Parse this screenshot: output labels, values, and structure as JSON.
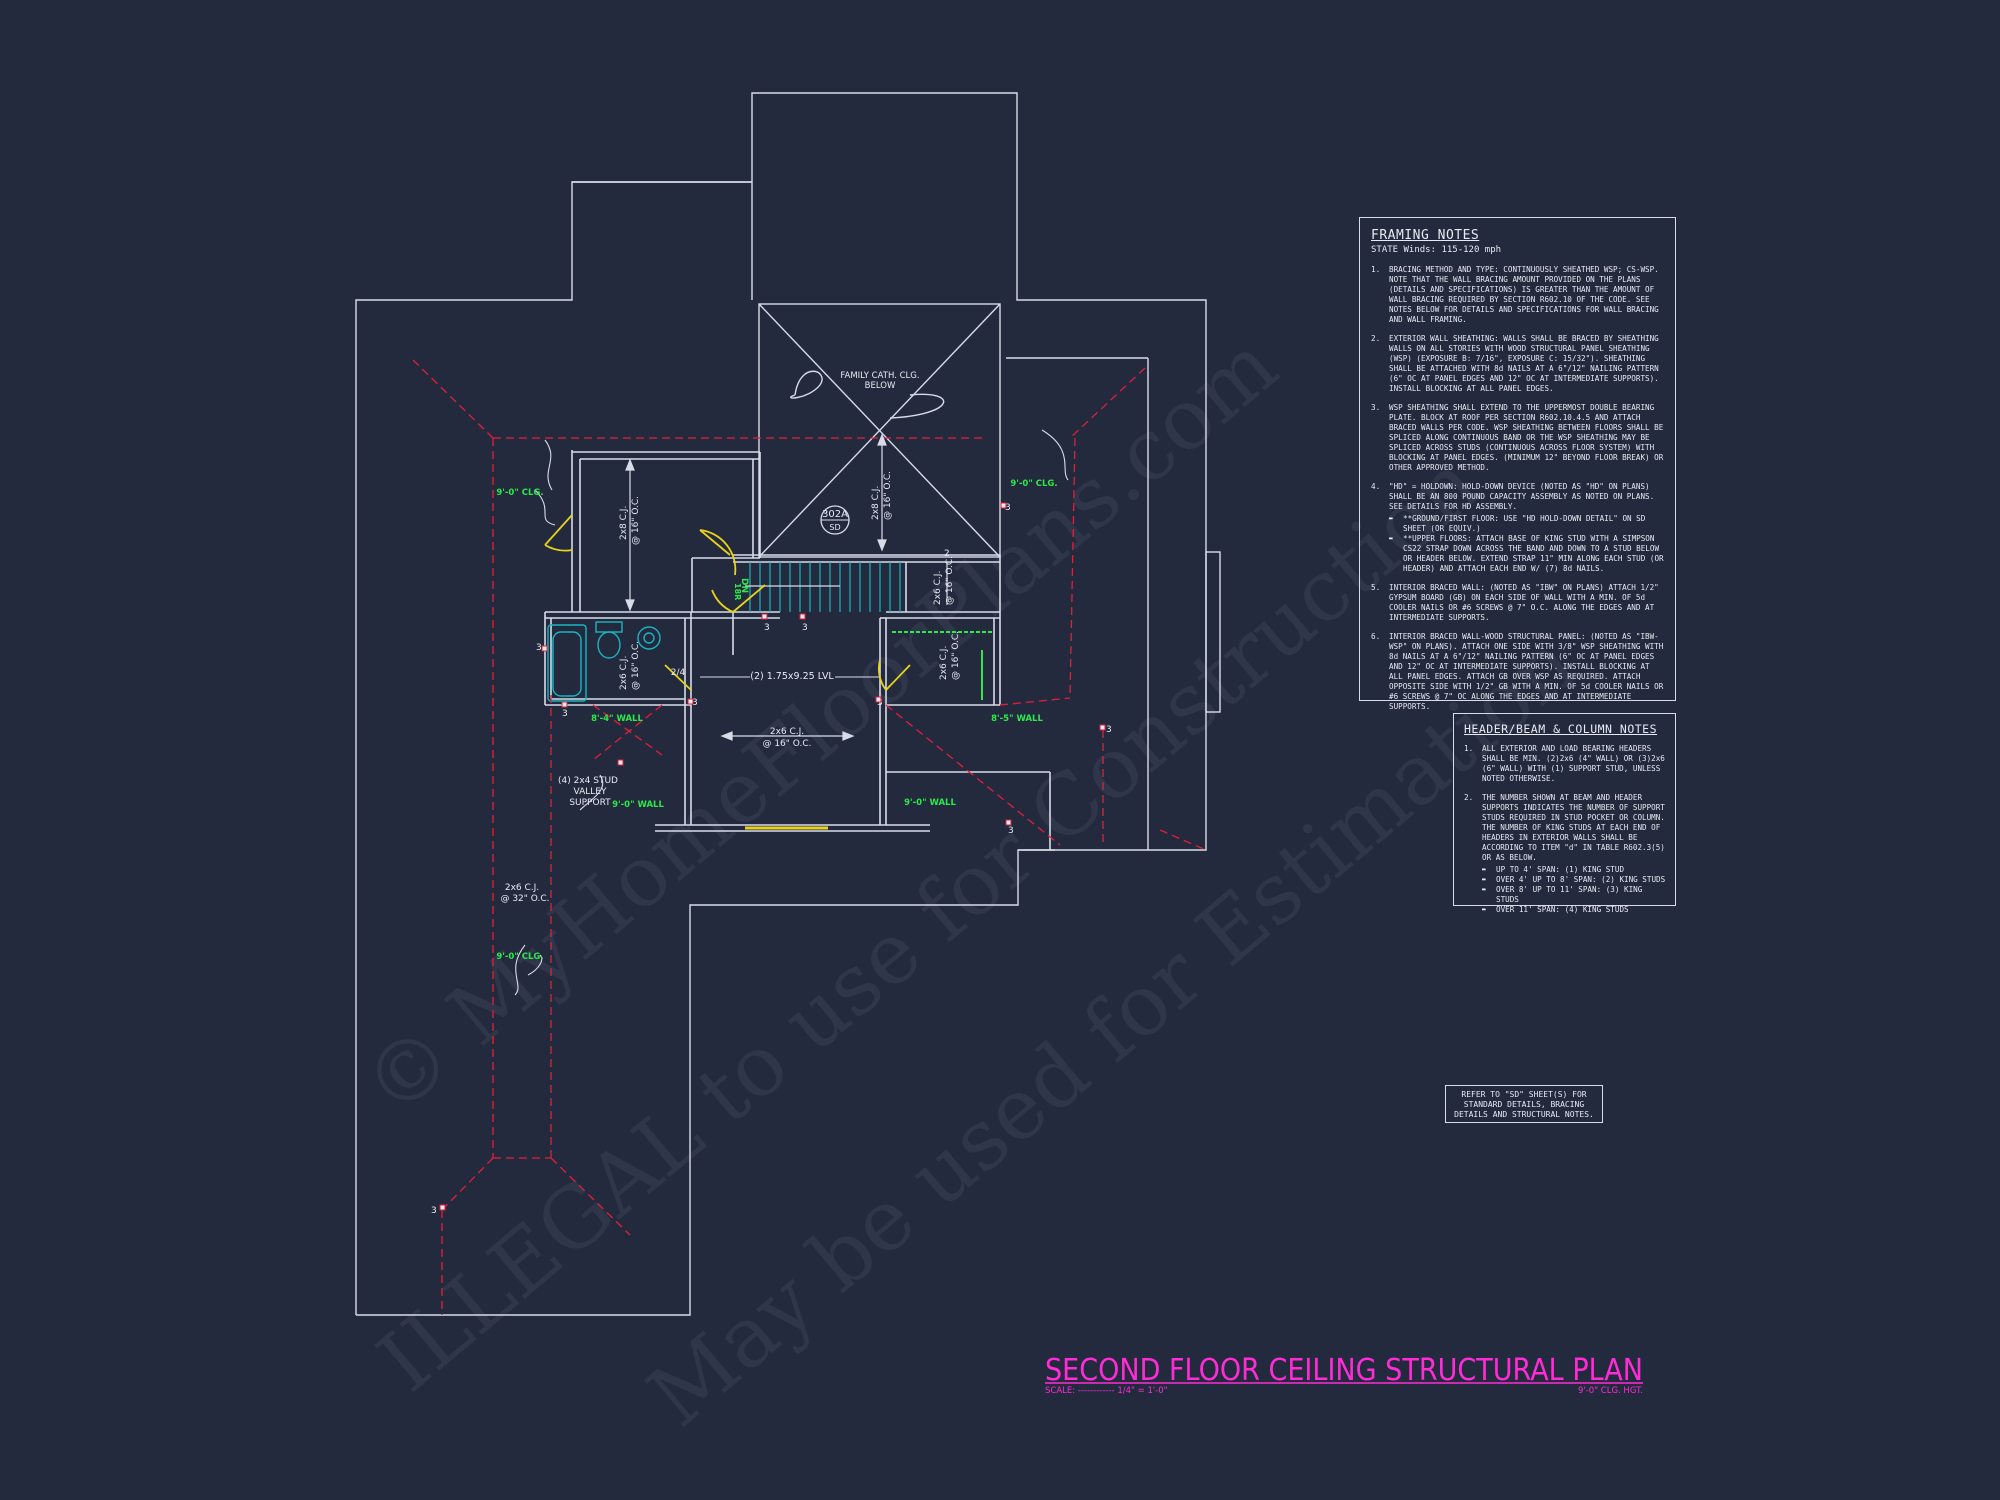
{
  "plan": {
    "title": "SECOND FLOOR CEILING STRUCTURAL PLAN",
    "scale_label": "SCALE: ------------ 1/4\" = 1'-0\"",
    "ceiling_height": "9'-0\" CLG. HGT."
  },
  "labels": {
    "family_cath": "FAMILY CATH. CLG.",
    "family_below": "BELOW",
    "tag_302a": "302A",
    "tag_sd": "SD",
    "cj_left": "2x8 C.J.",
    "cj_left_oc": "@ 16\" O.C.",
    "cj_mid": "2x8 C.J.",
    "cj_mid_oc": "@ 16\" O.C.",
    "cj_bath": "2x6 C.J.",
    "cj_bath_oc": "@ 16\" O.C.",
    "cj_stair": "2x6 C.J.",
    "cj_stair_oc": "@ 16\" O.C.",
    "cj_right": "2x6 C.J.",
    "cj_right_oc": "@ 16\" O.C.",
    "cj_hall": "2x6 C.J.",
    "cj_hall_oc": "@ 16\" O.C.",
    "cj_left_low": "2x6 C.J.",
    "cj_left_low_oc": "@ 32\" O.C.",
    "lvl": "(2) 1.75x9.25 LVL",
    "valley1": "(4) 2x4 STUD",
    "valley2": "VALLEY",
    "valley3": "SUPPORT",
    "dn": "DN",
    "dn_num": "18R",
    "dim_24": "2/4",
    "num_3": "3",
    "num_2": "2"
  },
  "green_labels": {
    "clg_left_top": "9'-0\" CLG.",
    "clg_right_top": "9'-0\" CLG.",
    "clg_left_low": "9'-0\" CLG.",
    "wall_84": "8'-4\" WALL",
    "wall_85": "8'-5\" WALL",
    "wall_9_left": "9'-0\" WALL",
    "wall_9_right": "9'-0\" WALL"
  },
  "watermark": {
    "line1": "© MyHomeFloorPlans.com",
    "line2": "ILLEGAL to use for Construction",
    "line3": "May be used for Estimation"
  },
  "framing_notes": {
    "title": "FRAMING NOTES",
    "subtitle": "STATE Winds: 115-120 mph",
    "items": [
      {
        "num": "1.",
        "text": "BRACING METHOD AND TYPE: CONTINUOUSLY SHEATHED WSP; CS-WSP. NOTE THAT THE WALL BRACING AMOUNT PROVIDED ON THE PLANS (DETAILS AND SPECIFICATIONS) IS GREATER THAN THE AMOUNT OF WALL BRACING REQUIRED BY SECTION R602.10 OF THE CODE. SEE NOTES BELOW FOR DETAILS AND SPECIFICATIONS FOR WALL BRACING AND WALL FRAMING."
      },
      {
        "num": "2.",
        "text": "EXTERIOR WALL SHEATHING: WALLS SHALL BE BRACED BY SHEATHING WALLS ON ALL STORIES WITH WOOD STRUCTURAL PANEL SHEATHING (WSP) (EXPOSURE B: 7/16\", EXPOSURE C: 15/32\"). SHEATHING SHALL BE ATTACHED WITH 8d NAILS AT A 6\"/12\" NAILING PATTERN (6\" OC AT PANEL EDGES AND 12\" OC AT INTERMEDIATE SUPPORTS). INSTALL BLOCKING AT ALL PANEL EDGES."
      },
      {
        "num": "3.",
        "text": "WSP SHEATHING SHALL EXTEND TO THE UPPERMOST DOUBLE BEARING PLATE. BLOCK AT ROOF PER SECTION R602.10.4.5 AND ATTACH BRACED WALLS PER CODE. WSP SHEATHING BETWEEN FLOORS SHALL BE SPLICED ALONG CONTINUOUS BAND OR THE WSP SHEATHING MAY BE SPLICED ACROSS STUDS (CONTINUOUS ACROSS FLOOR SYSTEM) WITH BLOCKING AT PANEL EDGES. (MINIMUM 12\" BEYOND FLOOR BREAK) OR OTHER APPROVED METHOD."
      },
      {
        "num": "4.",
        "text": "\"HD\" = HOLDOWN: HOLD-DOWN DEVICE (NOTED AS \"HD\" ON PLANS) SHALL BE AN 800 POUND CAPACITY ASSEMBLY AS NOTED ON PLANS. SEE DETAILS FOR HD ASSEMBLY.",
        "bullets": [
          "**GROUND/FIRST FLOOR: USE \"HD HOLD-DOWN DETAIL\" ON SD SHEET (OR EQUIV.)",
          "**UPPER FLOORS: ATTACH BASE OF KING STUD WITH A SIMPSON CS22 STRAP DOWN ACROSS THE BAND AND DOWN TO A STUD BELOW OR HEADER BELOW. EXTEND STRAP 11\" MIN ALONG EACH STUD (OR HEADER) AND ATTACH EACH END W/ (7) 8d NAILS."
        ]
      },
      {
        "num": "5.",
        "text": "INTERIOR BRACED WALL: (NOTED AS \"IBW\" ON PLANS) ATTACH 1/2\" GYPSUM BOARD (GB) ON EACH SIDE OF WALL WITH A MIN. OF 5d COOLER NAILS OR #6 SCREWS @ 7\" O.C. ALONG THE EDGES AND AT INTERMEDIATE SUPPORTS."
      },
      {
        "num": "6.",
        "text": "INTERIOR BRACED WALL-WOOD STRUCTURAL PANEL: (NOTED AS \"IBW-WSP\" ON PLANS). ATTACH ONE SIDE WITH 3/8\" WSP SHEATHING WITH 8d NAILS AT A 6\"/12\" NAILING PATTERN (6\" OC AT PANEL EDGES AND 12\" OC AT INTERMEDIATE SUPPORTS). INSTALL BLOCKING AT ALL PANEL EDGES. ATTACH GB OVER WSP AS REQUIRED. ATTACH OPPOSITE SIDE WITH 1/2\" GB WITH A MIN. OF 5d COOLER NAILS OR #6 SCREWS @ 7\" OC ALONG THE EDGES AND AT INTERMEDIATE SUPPORTS."
      }
    ]
  },
  "header_notes": {
    "title": "HEADER/BEAM & COLUMN NOTES",
    "items": [
      {
        "num": "1.",
        "text": "ALL EXTERIOR AND LOAD BEARING HEADERS SHALL BE MIN. (2)2x6 (4\" WALL) OR (3)2x6 (6\" WALL) WITH (1) SUPPORT STUD, UNLESS NOTED OTHERWISE."
      },
      {
        "num": "2.",
        "text": "THE NUMBER SHOWN AT BEAM AND HEADER SUPPORTS INDICATES THE NUMBER OF SUPPORT STUDS REQUIRED IN STUD POCKET OR COLUMN. THE NUMBER OF KING STUDS AT EACH END OF HEADERS IN EXTERIOR WALLS SHALL BE ACCORDING TO ITEM \"d\" IN TABLE R602.3(5) OR AS BELOW.",
        "bullets": [
          "UP TO 4' SPAN: (1) KING STUD",
          "OVER 4' UP TO 8' SPAN: (2) KING STUDS",
          "OVER 8' UP TO 11' SPAN: (3) KING STUDS",
          "OVER 11' SPAN: (4) KING STUDS"
        ]
      }
    ]
  },
  "refer_note": {
    "line1": "REFER TO \"SD\" SHEET(S) FOR",
    "line2": "STANDARD DETAILS, BRACING",
    "line3": "DETAILS AND STRUCTURAL NOTES."
  },
  "colors": {
    "background": "#232a3e",
    "lines": "#d8dce8",
    "red_dashed": "#e0203a",
    "green_text": "#2ee84a",
    "title_magenta": "#ff2bd6",
    "stair_cyan": "#18b5c0",
    "door_yellow": "#e8d21a"
  }
}
